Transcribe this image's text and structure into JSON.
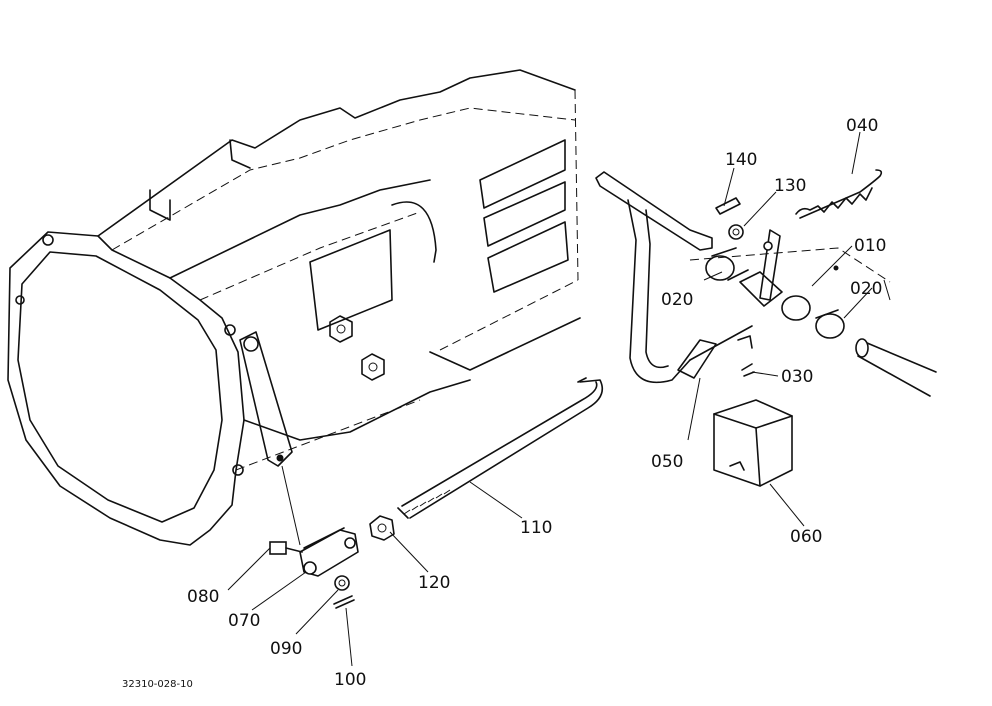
{
  "diagram": {
    "drawing_code": "32310-028-10",
    "parts": {
      "p010": "010",
      "p020a": "020",
      "p020b": "020",
      "p030": "030",
      "p040": "040",
      "p050": "050",
      "p060": "060",
      "p070": "070",
      "p080": "080",
      "p090": "090",
      "p100": "100",
      "p110": "110",
      "p120": "120",
      "p130": "130",
      "p140": "140"
    }
  }
}
